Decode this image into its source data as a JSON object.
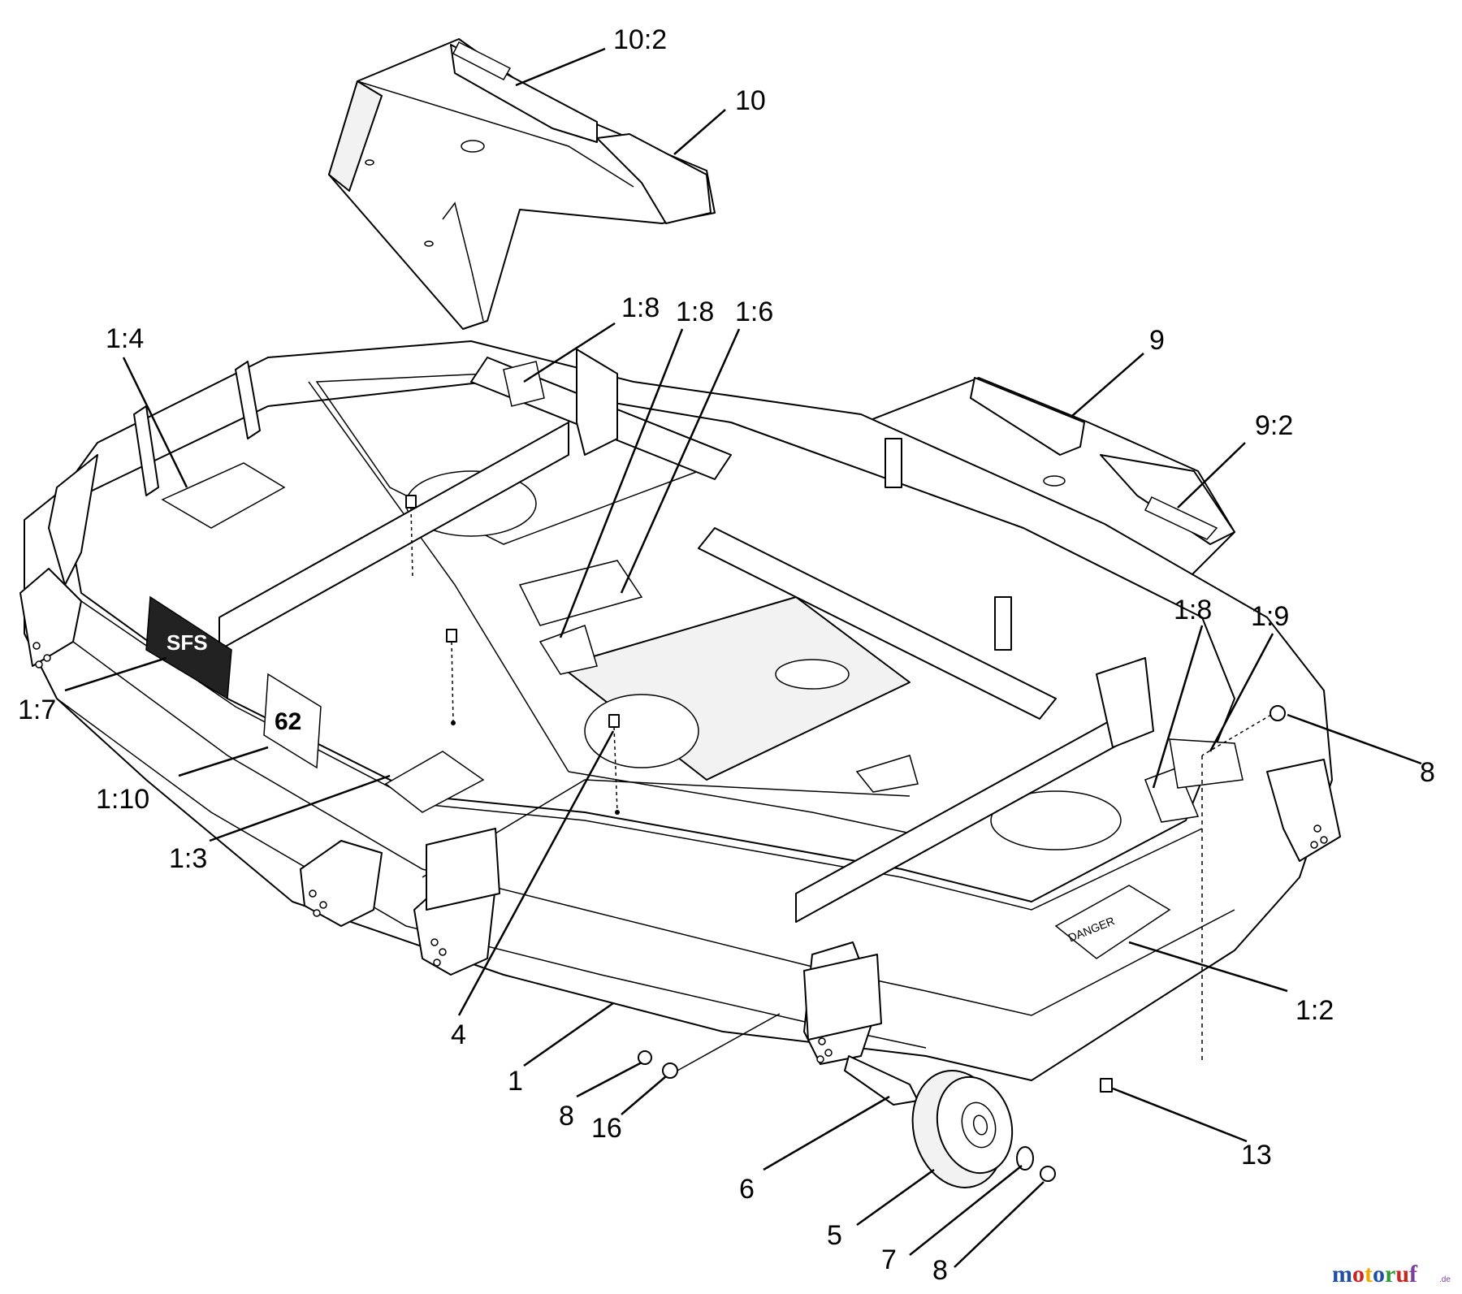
{
  "callouts": [
    {
      "id": "c-10-2",
      "text": "10:2"
    },
    {
      "id": "c-10",
      "text": "10"
    },
    {
      "id": "c-1-4",
      "text": "1:4"
    },
    {
      "id": "c-1-8a",
      "text": "1:8"
    },
    {
      "id": "c-1-8b",
      "text": "1:8"
    },
    {
      "id": "c-1-6",
      "text": "1:6"
    },
    {
      "id": "c-9",
      "text": "9"
    },
    {
      "id": "c-9-2",
      "text": "9:2"
    },
    {
      "id": "c-1-8c",
      "text": "1:8"
    },
    {
      "id": "c-1-9",
      "text": "1:9"
    },
    {
      "id": "c-8a",
      "text": "8"
    },
    {
      "id": "c-1-7",
      "text": "1:7"
    },
    {
      "id": "c-1-10",
      "text": "1:10"
    },
    {
      "id": "c-1-3",
      "text": "1:3"
    },
    {
      "id": "c-1-2",
      "text": "1:2"
    },
    {
      "id": "c-4",
      "text": "4"
    },
    {
      "id": "c-1",
      "text": "1"
    },
    {
      "id": "c-8b",
      "text": "8"
    },
    {
      "id": "c-16",
      "text": "16"
    },
    {
      "id": "c-6",
      "text": "6"
    },
    {
      "id": "c-13",
      "text": "13"
    },
    {
      "id": "c-5",
      "text": "5"
    },
    {
      "id": "c-7",
      "text": "7"
    },
    {
      "id": "c-8c",
      "text": "8"
    }
  ],
  "decals": {
    "danger": "DANGER",
    "sfs_letters": "SFS",
    "number_62": "62"
  },
  "watermark": {
    "letters": [
      "m",
      "o",
      "t",
      "o",
      "r",
      "u",
      "f"
    ],
    "colors": [
      "#1f4fa8",
      "#c8251f",
      "#f0a800",
      "#1f4fa8",
      "#2e9a3a",
      "#c8251f",
      "#7a3fa0"
    ],
    "suffix": ".de"
  }
}
